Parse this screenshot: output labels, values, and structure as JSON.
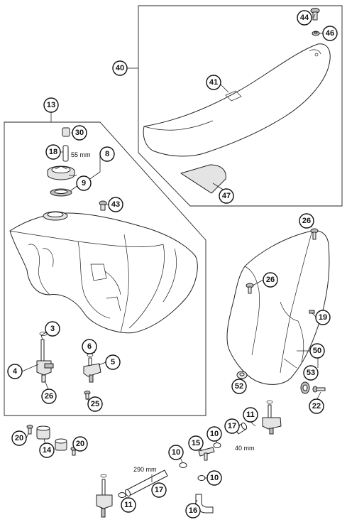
{
  "callouts": {
    "c13": "13",
    "c30": "30",
    "c18": "18",
    "c8": "8",
    "c9": "9",
    "c43": "43",
    "c3": "3",
    "c4": "4",
    "c26a": "26",
    "c6": "6",
    "c5": "5",
    "c25": "25",
    "c40": "40",
    "c44": "44",
    "c46": "46",
    "c41": "41",
    "c47": "47",
    "c26b": "26",
    "c26c": "26",
    "c19": "19",
    "c50": "50",
    "c53": "53",
    "c52": "52",
    "c22": "22",
    "c20a": "20",
    "c14": "14",
    "c20b": "20",
    "c11a": "11",
    "c17a": "17",
    "c10a": "10",
    "c15": "15",
    "c10b": "10",
    "c10c": "10",
    "c17b": "17",
    "c16": "16",
    "c11b": "11"
  },
  "dimensions": {
    "vent_hose": "55 mm",
    "hose_short": "40 mm",
    "hose_long": "290 mm"
  }
}
